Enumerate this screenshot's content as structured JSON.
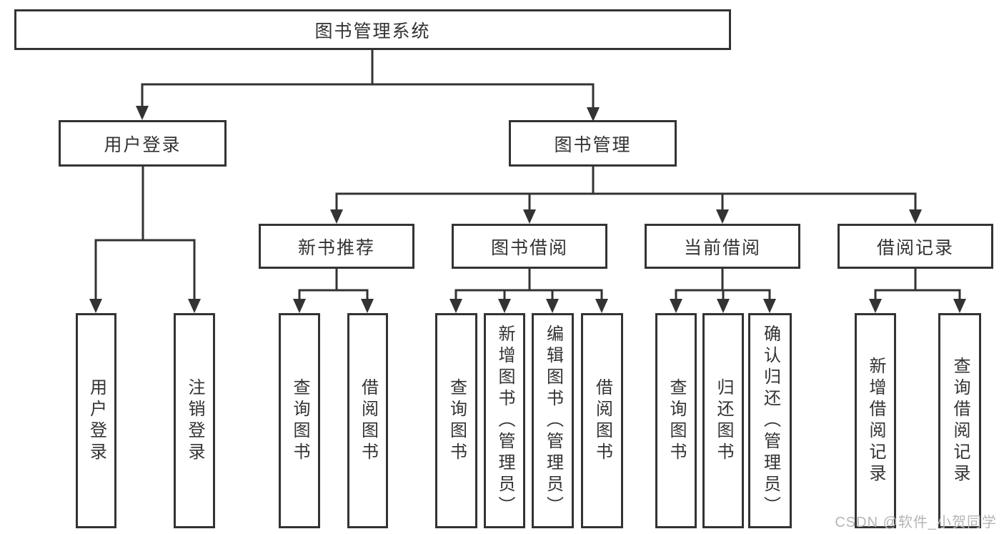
{
  "colors": {
    "background": "#ffffff",
    "line": "#333333",
    "box_border": "#333333",
    "text": "#333333",
    "watermark": "#b5b5b5"
  },
  "watermark": {
    "text": "CSDN @软件_小贺同学"
  },
  "diagram": {
    "root": {
      "label": "图书管理系统",
      "children": [
        {
          "label": "用户登录",
          "children": [
            {
              "label": "用户登录"
            },
            {
              "label": "注销登录"
            }
          ]
        },
        {
          "label": "图书管理",
          "children": [
            {
              "label": "新书推荐",
              "children": [
                {
                  "label": "查询图书"
                },
                {
                  "label": "借阅图书"
                }
              ]
            },
            {
              "label": "图书借阅",
              "children": [
                {
                  "label": "查询图书"
                },
                {
                  "label": "新增图书（管理员）"
                },
                {
                  "label": "编辑图书（管理员）"
                },
                {
                  "label": "借阅图书"
                }
              ]
            },
            {
              "label": "当前借阅",
              "children": [
                {
                  "label": "查询图书"
                },
                {
                  "label": "归还图书"
                },
                {
                  "label": "确认归还（管理员）"
                }
              ]
            },
            {
              "label": "借阅记录",
              "children": [
                {
                  "label": "新增借阅记录"
                },
                {
                  "label": "查询借阅记录"
                }
              ]
            }
          ]
        }
      ]
    }
  }
}
